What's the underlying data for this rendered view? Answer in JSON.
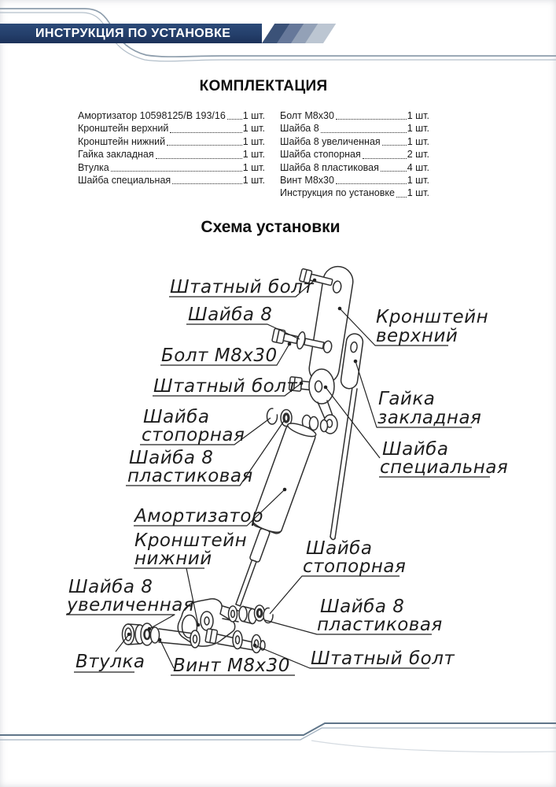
{
  "header": {
    "title": "ИНСТРУКЦИЯ ПО УСТАНОВКЕ"
  },
  "headings": {
    "package": "КОМПЛЕКТАЦИЯ",
    "diagram": "Схема установки"
  },
  "parts": {
    "left": [
      {
        "name": "Амортизатор 10598125/В 193/16",
        "qty": "1 шт."
      },
      {
        "name": "Кронштейн верхний",
        "qty": "1 шт."
      },
      {
        "name": "Кронштейн нижний",
        "qty": "1 шт."
      },
      {
        "name": "Гайка закладная",
        "qty": "1 шт."
      },
      {
        "name": "Втулка",
        "qty": "1 шт."
      },
      {
        "name": "Шайба специальная",
        "qty": "1 шт."
      }
    ],
    "right": [
      {
        "name": "Болт М8х30",
        "qty": "1 шт."
      },
      {
        "name": "Шайба 8",
        "qty": "1 шт."
      },
      {
        "name": "Шайба 8 увеличенная",
        "qty": "1 шт."
      },
      {
        "name": "Шайба стопорная",
        "qty": "2 шт."
      },
      {
        "name": "Шайба 8 пластиковая",
        "qty": "4 шт."
      },
      {
        "name": "Винт М8х30",
        "qty": "1 шт."
      },
      {
        "name": "Инструкция по установке",
        "qty": "1 шт."
      }
    ]
  },
  "diagram": {
    "labels": {
      "bolt_oem_top": "Штатный болт",
      "washer_8": "Шайба 8",
      "bolt_m8x30": "Болт М8х30",
      "bolt_oem_mid": "Штатный болт",
      "upper_bracket_l1": "Кронштейн",
      "upper_bracket_l2": "верхний",
      "anchor_nut_l1": "Гайка",
      "anchor_nut_l2": "закладная",
      "lock_washer_left_l1": "Шайба",
      "lock_washer_left_l2": "стопорная",
      "plastic_washer_left_l1": "Шайба 8",
      "plastic_washer_left_l2": "пластиковая",
      "special_washer_l1": "Шайба",
      "special_washer_l2": "специальная",
      "shock_absorber": "Амортизатор",
      "lower_bracket_l1": "Кронштейн",
      "lower_bracket_l2": "нижний",
      "lock_washer_right_l1": "Шайба",
      "lock_washer_right_l2": "стопорная",
      "enlarged_washer_l1": "Шайба 8",
      "enlarged_washer_l2": "увеличенная",
      "plastic_washer_right_l1": "Шайба 8",
      "plastic_washer_right_l2": "пластиковая",
      "bushing": "Втулка",
      "screw_m8x30": "Винт М8х30",
      "bolt_oem_bottom": "Штатный болт"
    }
  },
  "colors": {
    "header_navy": "#24406e",
    "swoosh_gray": "#8d9dac",
    "drawing_ink": "#2f2f2f"
  }
}
